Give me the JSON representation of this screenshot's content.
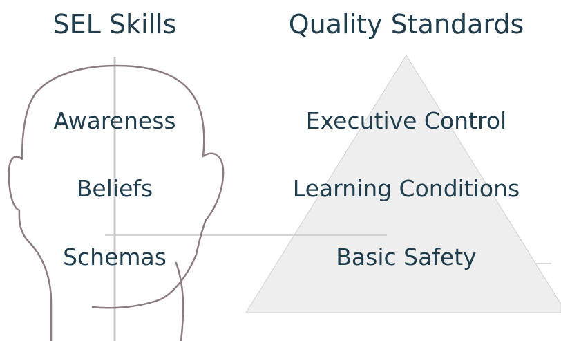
{
  "left_panel": {
    "title": "SEL Skills",
    "items": [
      "Awareness",
      "Beliefs",
      "Schemas"
    ]
  },
  "right_panel": {
    "title": "Quality Standards",
    "levels": [
      "Executive Control",
      "Learning Conditions",
      "Basic Safety"
    ]
  },
  "colors": {
    "text": "#1f3d4d",
    "head_outline": "#8b7b82",
    "pyramid_fill": "#eeeeee",
    "pyramid_edge": "#cfcfcf",
    "axis_line": "#c8c8c8"
  },
  "icons": {
    "head": "head-silhouette-icon",
    "pyramid": "pyramid-shape"
  }
}
